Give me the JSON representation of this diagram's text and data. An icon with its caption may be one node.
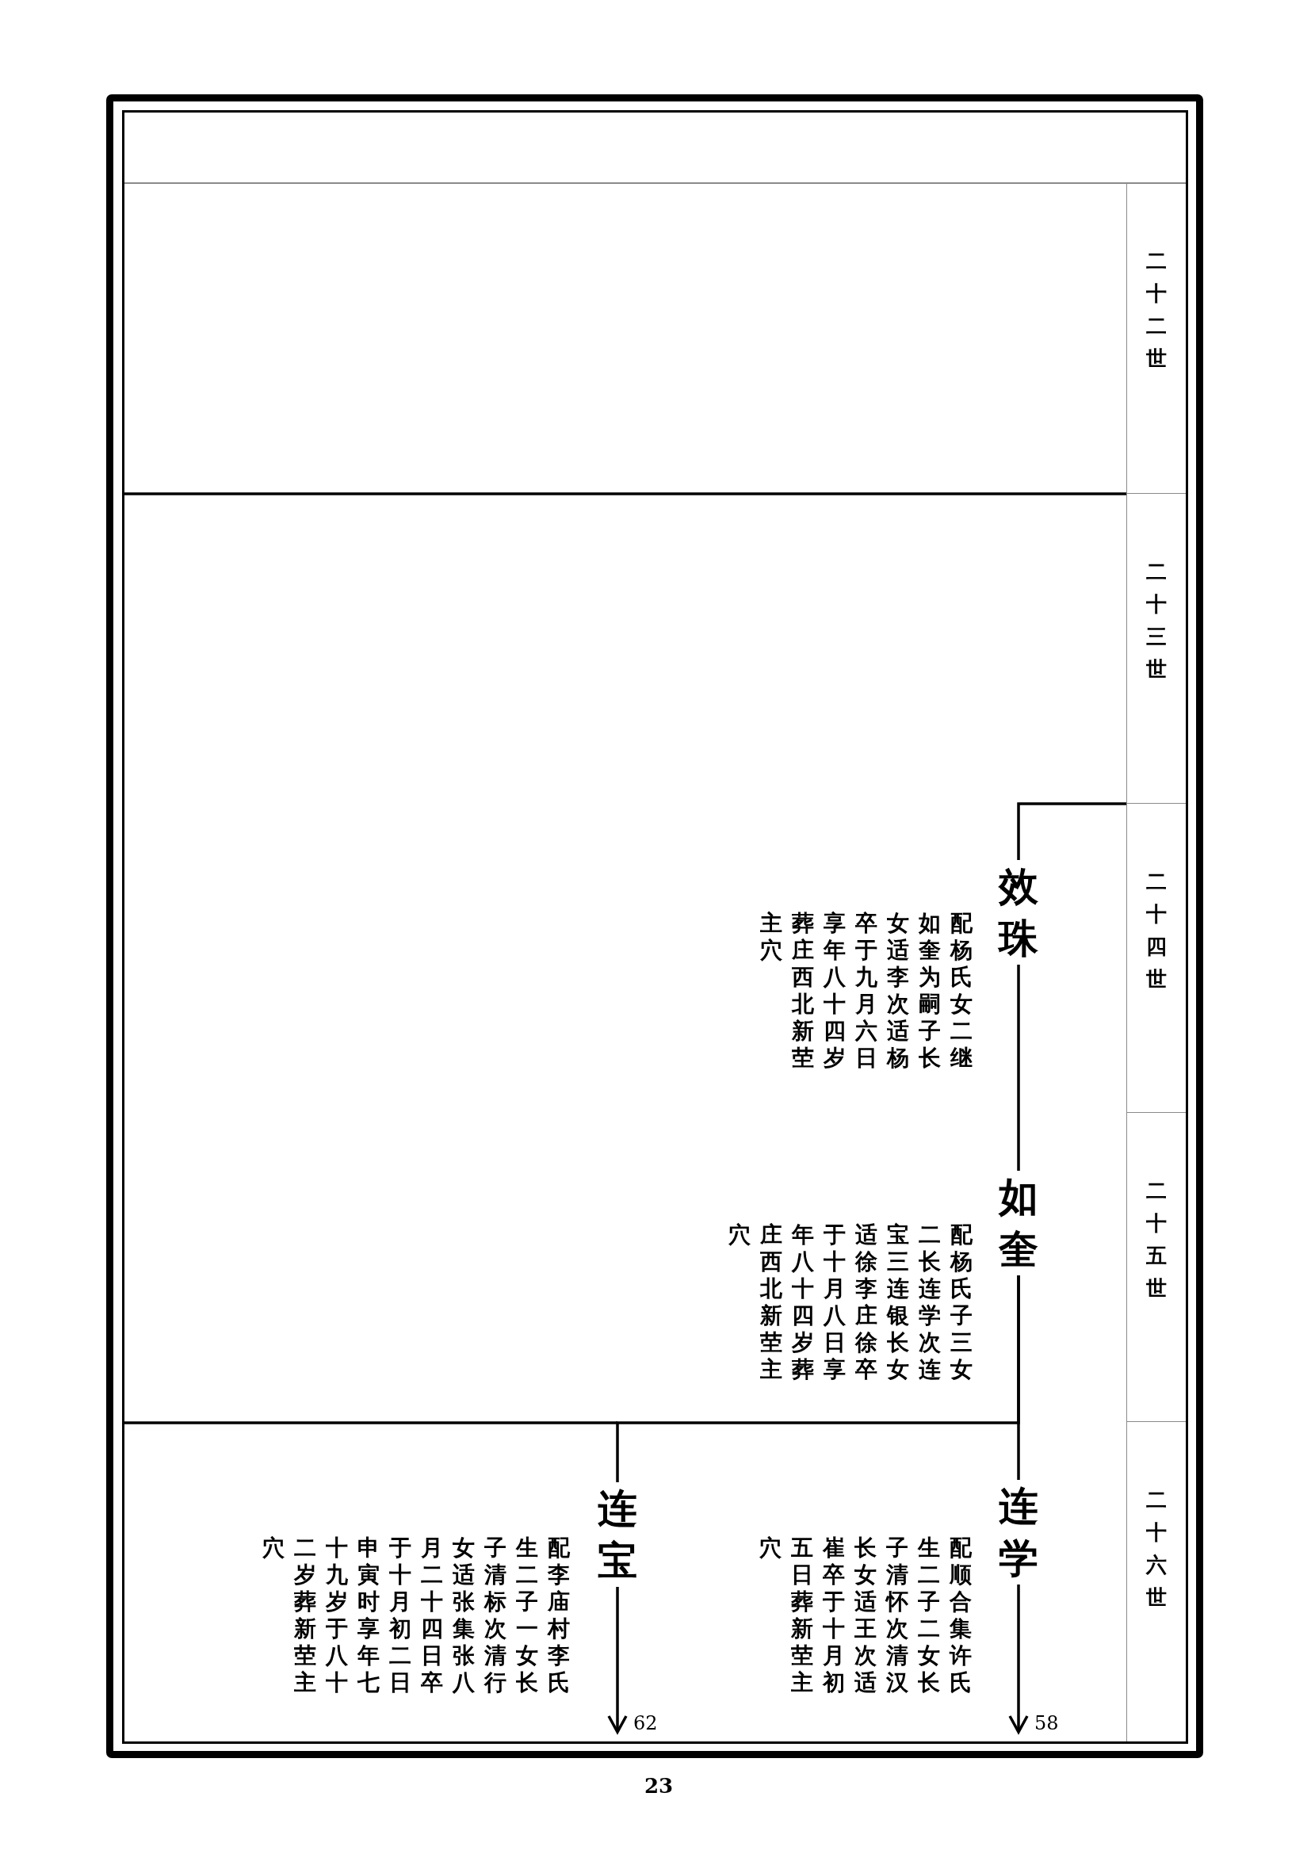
{
  "diagram": {
    "nodes": [
      {
        "text": [
          "效珠"
        ],
        "beside": [
          "配杨氏女二继如奎为嗣子长女适李次适杨卒于九月六日享年八十四岁葬庄西北新茔主穴"
        ]
      },
      {
        "text": [
          "如奎"
        ],
        "beside": [
          "配杨氏子三女二长连学次连宝三连银长女适徐李庄徐卒于十月八日享年八十四岁葬庄西北新茔主穴"
        ]
      },
      {
        "text": [
          "连学"
        ],
        "beside": [
          "配顺合集许氏生二子二女长子清怀次清汉长女适王次适崔卒于十月初五日葬新茔主穴"
        ]
      },
      {
        "text": [
          "连宝"
        ],
        "beside": [
          "配李庙村李氏生二子一女长子清标次清行女适张集张八月二十四日卒于十月初二日申寅时享年七十九岁于八十二岁葬新茔主穴"
        ]
      }
    ],
    "edges": [
      {
        "from": null,
        "to": 0,
        "arrow": "none"
      },
      {
        "from": 0,
        "to": 1,
        "arrow": "none"
      },
      {
        "from": 1,
        "to": 2,
        "arrow": "none"
      },
      {
        "from": 1,
        "to": 3,
        "arrow": "none"
      },
      {
        "from": 2,
        "to": null,
        "arrow": "to",
        "label": "58"
      },
      {
        "from": 3,
        "to": null,
        "arrow": "to",
        "label": "62"
      }
    ],
    "labels": [
      "二十二世",
      "二十三世",
      "二十四世",
      "二十五世",
      "二十六世",
      "23"
    ]
  }
}
